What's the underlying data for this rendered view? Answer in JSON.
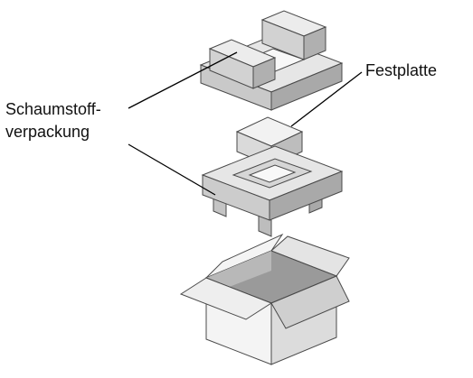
{
  "labels": {
    "foam_packaging_line1": "Schaumstoff-",
    "foam_packaging_line2": "verpackung",
    "hard_drive": "Festplatte"
  },
  "colors": {
    "outline": "#4a4a4a",
    "foam_top": "#e6e6e6",
    "foam_left": "#c9c9c9",
    "foam_right": "#a9a9a9",
    "foam_hole": "#f8f8f8",
    "box_light": "#f4f4f4",
    "box_mid": "#dcdcdc",
    "box_dark": "#bdbdbd",
    "box_inside": "#9a9a9a",
    "leader_line": "#000000"
  }
}
